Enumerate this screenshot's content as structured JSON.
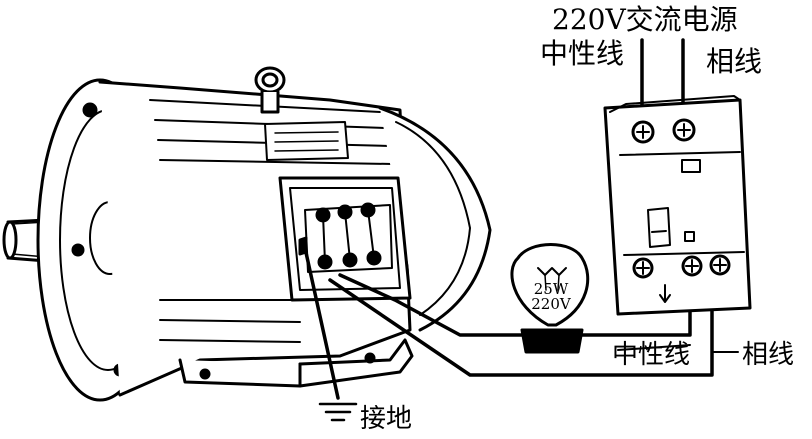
{
  "labels": {
    "source": "220V交流电源",
    "neutral_top": "中性线",
    "phase_top": "相线",
    "neutral_bottom": "中性线",
    "phase_bottom": "相线",
    "ground": "接地"
  },
  "bulb": {
    "power": "25W",
    "voltage": "220V"
  }
}
